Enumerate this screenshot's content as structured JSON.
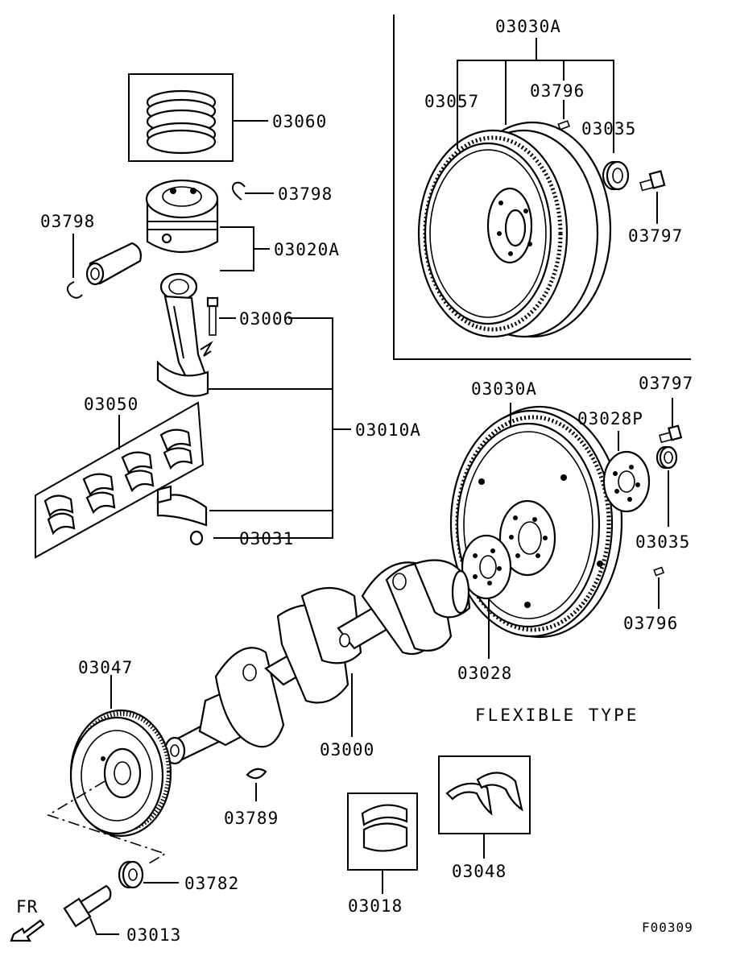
{
  "diagram": {
    "figure_code": "F00309",
    "fr_label": "FR",
    "note": "FLEXIBLE TYPE",
    "labels": {
      "p03030A_top": "03030A",
      "p03057": "03057",
      "p03796_top": "03796",
      "p03035_top": "03035",
      "p03797_top": "03797",
      "p03060": "03060",
      "p03798_right": "03798",
      "p03798_left": "03798",
      "p03020A": "03020A",
      "p03006": "03006",
      "p03050": "03050",
      "p03010A": "03010A",
      "p03031": "03031",
      "p03030A_mid": "03030A",
      "p03797_mid": "03797",
      "p03028P": "03028P",
      "p03035_mid": "03035",
      "p03796_mid": "03796",
      "p03028": "03028",
      "p03047": "03047",
      "p03000": "03000",
      "p03789": "03789",
      "p03048": "03048",
      "p03018": "03018",
      "p03782": "03782",
      "p03013": "03013"
    }
  }
}
